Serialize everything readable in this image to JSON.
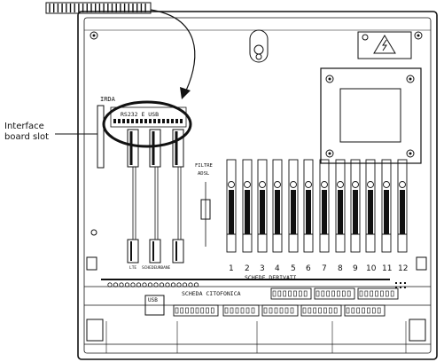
{
  "callout": {
    "line1": "Interface",
    "line2": "board slot"
  },
  "labels": {
    "irda": "IRDA",
    "rs232_usb": "RS232 E USB",
    "filtre": "FILTRE",
    "adsl": "ADSL",
    "schede_derivati": "SCHEDE DERIVATI",
    "scheda_citofonica": "SCHEDA CITOFONICA",
    "usb": "USB",
    "linea": "LTE",
    "urbane": "URBANE",
    "scheda": "SCHEDE"
  },
  "slot_numbers": [
    "1",
    "2",
    "3",
    "4",
    "5",
    "6",
    "7",
    "8",
    "9",
    "10",
    "11",
    "12"
  ],
  "colors": {
    "line": "#111111",
    "background": "#ffffff"
  }
}
